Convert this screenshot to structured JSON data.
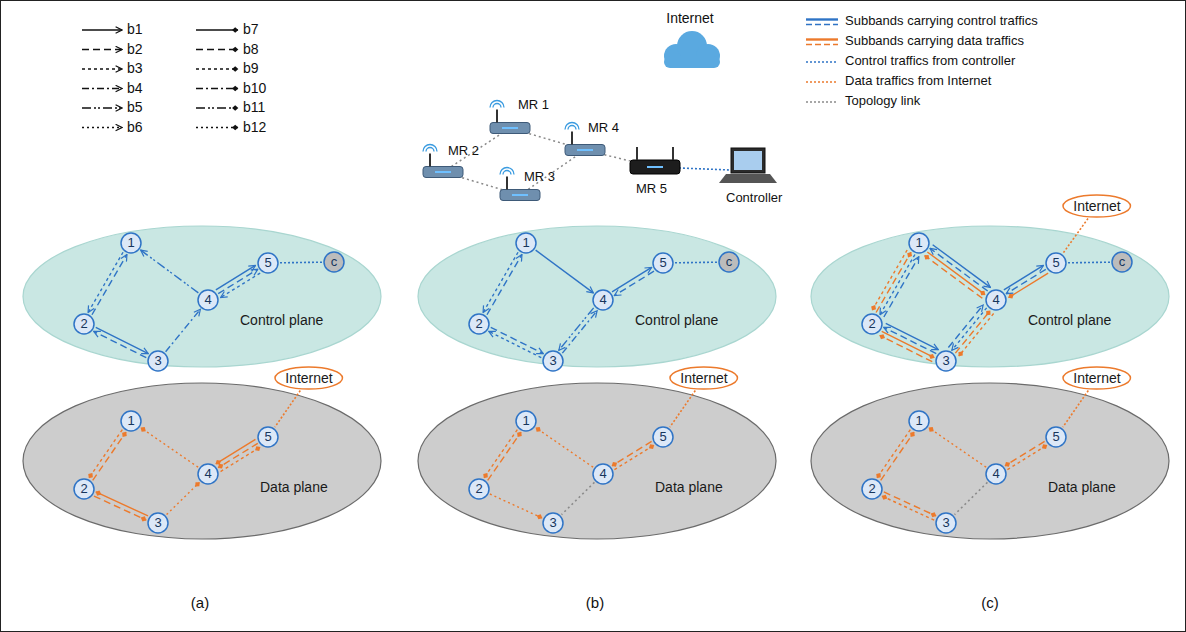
{
  "diagram": {
    "nodes": [
      {
        "text": [
          "Control plane"
        ]
      },
      {
        "text": [
          "1"
        ],
        "in": 0
      },
      {
        "text": [
          "2"
        ],
        "in": 0
      },
      {
        "text": [
          "3"
        ],
        "in": 0
      },
      {
        "text": [
          "4"
        ],
        "in": 0
      },
      {
        "text": [
          "5"
        ],
        "in": 0
      },
      {
        "text": [
          "c"
        ],
        "in": 0
      },
      {
        "text": [
          "Internet"
        ]
      },
      {
        "text": [
          "Data plane"
        ]
      },
      {
        "text": [
          "1"
        ],
        "in": 8
      },
      {
        "text": [
          "2"
        ],
        "in": 8
      },
      {
        "text": [
          "3"
        ],
        "in": 8
      },
      {
        "text": [
          "4"
        ],
        "in": 8
      },
      {
        "text": [
          "5"
        ],
        "in": 8
      },
      {
        "text": [
          "Control plane"
        ]
      },
      {
        "text": [
          "1"
        ],
        "in": 14
      },
      {
        "text": [
          "2"
        ],
        "in": 14
      },
      {
        "text": [
          "3"
        ],
        "in": 14
      },
      {
        "text": [
          "4"
        ],
        "in": 14
      },
      {
        "text": [
          "5"
        ],
        "in": 14
      },
      {
        "text": [
          "c"
        ],
        "in": 14
      },
      {
        "text": [
          "Internet"
        ]
      },
      {
        "text": [
          "Data plane"
        ]
      },
      {
        "text": [
          "1"
        ],
        "in": 22
      },
      {
        "text": [
          "2"
        ],
        "in": 22
      },
      {
        "text": [
          "3"
        ],
        "in": 22
      },
      {
        "text": [
          "4"
        ],
        "in": 22
      },
      {
        "text": [
          "5"
        ],
        "in": 22
      },
      {
        "text": [
          "Internet"
        ]
      },
      {
        "text": [
          "Control plane"
        ]
      },
      {
        "text": [
          "1"
        ],
        "in": 29
      },
      {
        "text": [
          "2"
        ],
        "in": 29
      },
      {
        "text": [
          "3"
        ],
        "in": 29
      },
      {
        "text": [
          "4"
        ],
        "in": 29
      },
      {
        "text": [
          "5"
        ],
        "in": 29
      },
      {
        "text": [
          "c"
        ],
        "in": 29
      },
      {
        "text": [
          "Internet"
        ]
      },
      {
        "text": [
          "Data plane"
        ]
      },
      {
        "text": [
          "1"
        ],
        "in": 37
      },
      {
        "text": [
          "2"
        ],
        "in": 37
      },
      {
        "text": [
          "3"
        ],
        "in": 37
      },
      {
        "text": [
          "4"
        ],
        "in": 37
      },
      {
        "text": [
          "5"
        ],
        "in": 37
      }
    ],
    "edges": [
      {
        "from": 2,
        "to": 1,
        "arrow": "to"
      },
      {
        "from": 1,
        "to": 2,
        "arrow": "to"
      },
      {
        "from": 2,
        "to": 3,
        "arrow": "to"
      },
      {
        "from": 3,
        "to": 2,
        "arrow": "to"
      },
      {
        "from": 4,
        "to": 1,
        "arrow": "to"
      },
      {
        "from": 3,
        "to": 4,
        "arrow": "to"
      },
      {
        "from": 4,
        "to": 5,
        "arrow": "to"
      },
      {
        "from": 4,
        "to": 5,
        "arrow": "to"
      },
      {
        "from": 5,
        "to": 4,
        "arrow": "to"
      },
      {
        "from": 6,
        "to": 5,
        "arrow": "none"
      },
      {
        "from": 10,
        "to": 9,
        "arrow": "to"
      },
      {
        "from": 9,
        "to": 10,
        "arrow": "to"
      },
      {
        "from": 11,
        "to": 10,
        "arrow": "to"
      },
      {
        "from": 10,
        "to": 11,
        "arrow": "to"
      },
      {
        "from": 12,
        "to": 9,
        "arrow": "to"
      },
      {
        "from": 11,
        "to": 12,
        "arrow": "to"
      },
      {
        "from": 13,
        "to": 12,
        "arrow": "to"
      },
      {
        "from": 13,
        "to": 12,
        "arrow": "to"
      },
      {
        "from": 12,
        "to": 13,
        "arrow": "to"
      },
      {
        "from": 7,
        "to": 13,
        "arrow": "none"
      },
      {
        "from": 16,
        "to": 15,
        "arrow": "to"
      },
      {
        "from": 15,
        "to": 16,
        "arrow": "to"
      },
      {
        "from": 15,
        "to": 18,
        "arrow": "to"
      },
      {
        "from": 16,
        "to": 17,
        "arrow": "to"
      },
      {
        "from": 17,
        "to": 16,
        "arrow": "to"
      },
      {
        "from": 18,
        "to": 17,
        "arrow": "to"
      },
      {
        "from": 17,
        "to": 18,
        "arrow": "to"
      },
      {
        "from": 18,
        "to": 19,
        "arrow": "to"
      },
      {
        "from": 19,
        "to": 18,
        "arrow": "to"
      },
      {
        "from": 20,
        "to": 19,
        "arrow": "none"
      },
      {
        "from": 24,
        "to": 23,
        "arrow": "to"
      },
      {
        "from": 23,
        "to": 24,
        "arrow": "to"
      },
      {
        "from": 26,
        "to": 23,
        "arrow": "to"
      },
      {
        "from": 24,
        "to": 25,
        "arrow": "to"
      },
      {
        "from": 26,
        "to": 25,
        "arrow": "none"
      },
      {
        "from": 27,
        "to": 26,
        "arrow": "to"
      },
      {
        "from": 26,
        "to": 27,
        "arrow": "to"
      },
      {
        "from": 21,
        "to": 27,
        "arrow": "none"
      },
      {
        "from": 31,
        "to": 30,
        "arrow": "to"
      },
      {
        "from": 30,
        "to": 31,
        "arrow": "to"
      },
      {
        "from": 31,
        "to": 30,
        "arrow": "to"
      },
      {
        "from": 30,
        "to": 31,
        "arrow": "to"
      },
      {
        "from": 31,
        "to": 32,
        "arrow": "to"
      },
      {
        "from": 32,
        "to": 31,
        "arrow": "to"
      },
      {
        "from": 31,
        "to": 32,
        "arrow": "to"
      },
      {
        "from": 32,
        "to": 31,
        "arrow": "to"
      },
      {
        "from": 30,
        "to": 33,
        "arrow": "to"
      },
      {
        "from": 33,
        "to": 30,
        "arrow": "to"
      },
      {
        "from": 30,
        "to": 33,
        "arrow": "to"
      },
      {
        "from": 33,
        "to": 30,
        "arrow": "to"
      },
      {
        "from": 32,
        "to": 33,
        "arrow": "to"
      },
      {
        "from": 33,
        "to": 32,
        "arrow": "to"
      },
      {
        "from": 32,
        "to": 33,
        "arrow": "to"
      },
      {
        "from": 33,
        "to": 32,
        "arrow": "to"
      },
      {
        "from": 33,
        "to": 34,
        "arrow": "to"
      },
      {
        "from": 34,
        "to": 33,
        "arrow": "to"
      },
      {
        "from": 34,
        "to": 33,
        "arrow": "to"
      },
      {
        "from": 35,
        "to": 34,
        "arrow": "none"
      },
      {
        "from": 28,
        "to": 34,
        "arrow": "none"
      },
      {
        "from": 39,
        "to": 38,
        "arrow": "to"
      },
      {
        "from": 38,
        "to": 39,
        "arrow": "to"
      },
      {
        "from": 41,
        "to": 38,
        "arrow": "to"
      },
      {
        "from": 39,
        "to": 40,
        "arrow": "to"
      },
      {
        "from": 40,
        "to": 39,
        "arrow": "to"
      },
      {
        "from": 41,
        "to": 40,
        "arrow": "none"
      },
      {
        "from": 42,
        "to": 41,
        "arrow": "to"
      },
      {
        "from": 41,
        "to": 42,
        "arrow": "to"
      },
      {
        "from": 36,
        "to": 42,
        "arrow": "none"
      }
    ],
    "labels": [
      "Internet",
      "MR 1",
      "MR 2",
      "MR 3",
      "MR 4",
      "MR 5",
      "Controller",
      "(a)",
      "(b)",
      "(c)"
    ],
    "legend": [
      {
        "text": "b1"
      },
      {
        "text": "b2"
      },
      {
        "text": "b3"
      },
      {
        "text": "b4"
      },
      {
        "text": "b5"
      },
      {
        "text": "b6"
      },
      {
        "text": "b7"
      },
      {
        "text": "b8"
      },
      {
        "text": "b9"
      },
      {
        "text": "b10"
      },
      {
        "text": "b11"
      },
      {
        "text": "b12"
      },
      {
        "text": "Subbands carrying control traffics"
      },
      {
        "text": "Subbands carrying data traffics"
      },
      {
        "text": "Control traffics from controller"
      },
      {
        "text": "Data traffics from Internet"
      },
      {
        "text": "Topology link"
      }
    ]
  }
}
